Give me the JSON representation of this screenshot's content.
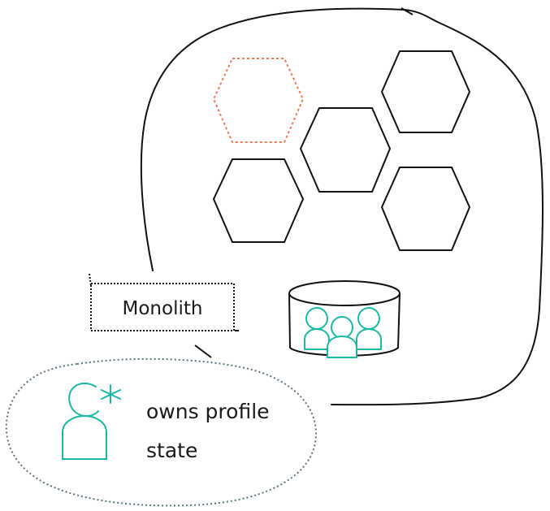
{
  "diagram": {
    "monolith_label": "Monolith",
    "note": {
      "line1": "owns profile",
      "line2": "state"
    }
  },
  "icons": {
    "service_hexagon": "hexagon-icon",
    "highlighted_service": "dotted-hexagon-icon",
    "database": "database-icon",
    "users": "user-group-icon",
    "owner": "user-star-icon"
  },
  "colors": {
    "stroke": "#111111",
    "highlight": "#f07a55",
    "accent": "#1bb9a6",
    "note_outline": "#5b7480"
  }
}
